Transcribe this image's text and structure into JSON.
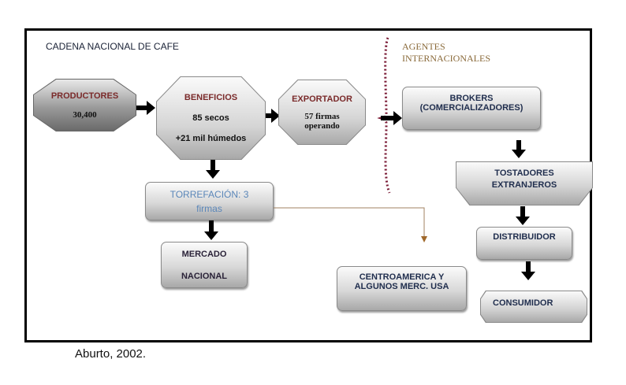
{
  "title": "CADENA NACIONAL DE CAFE",
  "agentes": {
    "line1": "AGENTES",
    "line2": "INTERNACIONALES"
  },
  "productores": {
    "label": "PRODUCTORES",
    "value": "30,400"
  },
  "beneficios": {
    "label": "BENEFICIOS",
    "line1": "85 secos",
    "line2": "+21 mil húmedos"
  },
  "exportador": {
    "label": "EXPORTADOR",
    "line1": "57 firmas",
    "line2": "operando"
  },
  "torrefaccion": {
    "line1": "TORREFACIÓN: 3",
    "line2": "firmas"
  },
  "mercado": {
    "line1": "MERCADO",
    "line2": "NACIONAL"
  },
  "centroamerica": {
    "line1": "CENTROAMERICA Y",
    "line2": "ALGUNOS MERC. USA"
  },
  "brokers": {
    "line1": "BROKERS",
    "line2": "(COMERCIALIZADORES)"
  },
  "tostadores": {
    "line1": "TOSTADORES",
    "line2": "EXTRANJEROS"
  },
  "distribuidor": {
    "label": "DISTRIBUIDOR"
  },
  "consumidor": {
    "label": "CONSUMIDOR"
  },
  "source": "Aburto, 2002."
}
